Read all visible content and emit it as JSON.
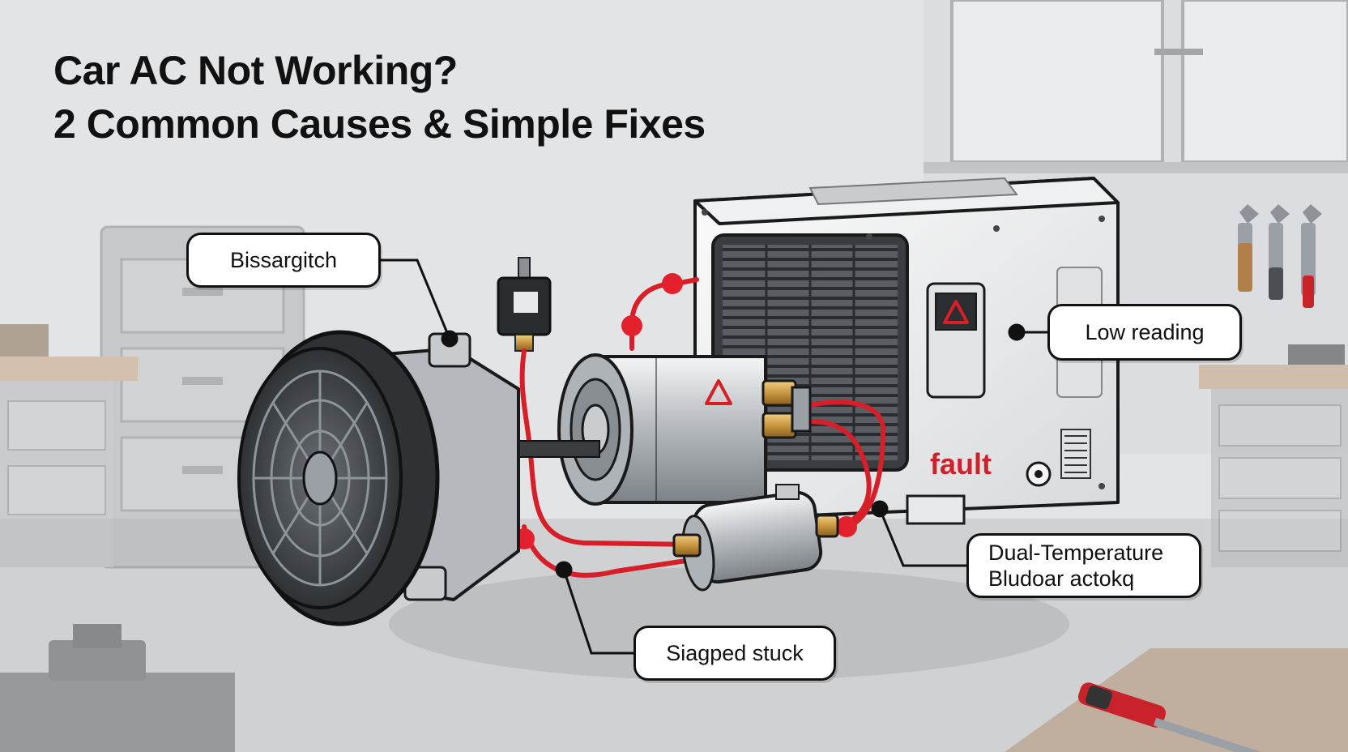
{
  "title": {
    "line1": "Car AC Not Working?",
    "line2": "2 Common Causes & Simple Fixes"
  },
  "callouts": [
    {
      "lines": [
        "Bissargitch"
      ]
    },
    {
      "lines": [
        "Low reading"
      ]
    },
    {
      "lines": [
        "Dual-Temperature",
        "Bludoar actokq"
      ]
    },
    {
      "lines": [
        "Siagped stuck"
      ]
    }
  ],
  "unit_label": "fault",
  "colors": {
    "refrigerant_line": "#d81e28",
    "warning": "#d81e28",
    "brass": "#c8963e",
    "text": "#111111"
  },
  "icons": [
    "fan-icon",
    "warning-triangle-icon",
    "wrench-icon",
    "pressure-switch-icon"
  ]
}
